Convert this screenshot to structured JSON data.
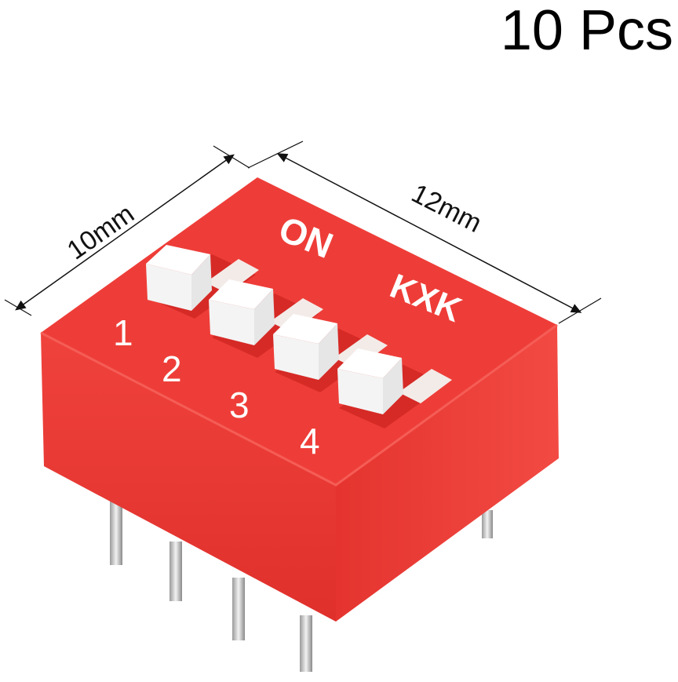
{
  "quantity_label": "10 Pcs",
  "dimensions": {
    "depth_label": "10mm",
    "width_label": "12mm"
  },
  "switch_body": {
    "on_label": "ON",
    "brand_label": "KXK",
    "positions": [
      "1",
      "2",
      "3",
      "4"
    ],
    "color": "#e8352f"
  }
}
